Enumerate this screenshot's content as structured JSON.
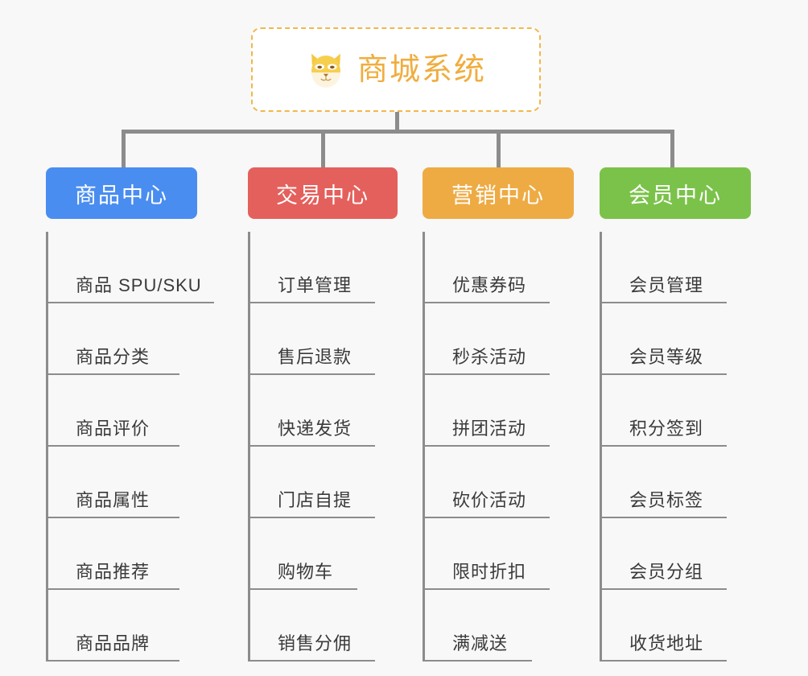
{
  "page": {
    "background_color": "#f8f8f8",
    "title": "商城系统 功能架构图"
  },
  "root": {
    "icon": "dog-face-icon",
    "label": "商城系统",
    "text_color": "#f0ad3e",
    "border_color": "#f0b84d",
    "background": "#ffffff"
  },
  "connector": {
    "color": "#8c8c8c"
  },
  "columns": [
    {
      "id": "product-center",
      "label": "商品中心",
      "color": "#4a8df0",
      "items": [
        "商品 SPU/SKU",
        "商品分类",
        "商品评价",
        "商品属性",
        "商品推荐",
        "商品品牌"
      ]
    },
    {
      "id": "trade-center",
      "label": "交易中心",
      "color": "#e4605c",
      "items": [
        "订单管理",
        "售后退款",
        "快递发货",
        "门店自提",
        "购物车",
        "销售分佣"
      ]
    },
    {
      "id": "marketing-center",
      "label": "营销中心",
      "color": "#eeab44",
      "items": [
        "优惠券码",
        "秒杀活动",
        "拼团活动",
        "砍价活动",
        "限时折扣",
        "满减送"
      ]
    },
    {
      "id": "member-center",
      "label": "会员中心",
      "color": "#7bc24a",
      "items": [
        "会员管理",
        "会员等级",
        "积分签到",
        "会员标签",
        "会员分组",
        "收货地址"
      ]
    }
  ]
}
